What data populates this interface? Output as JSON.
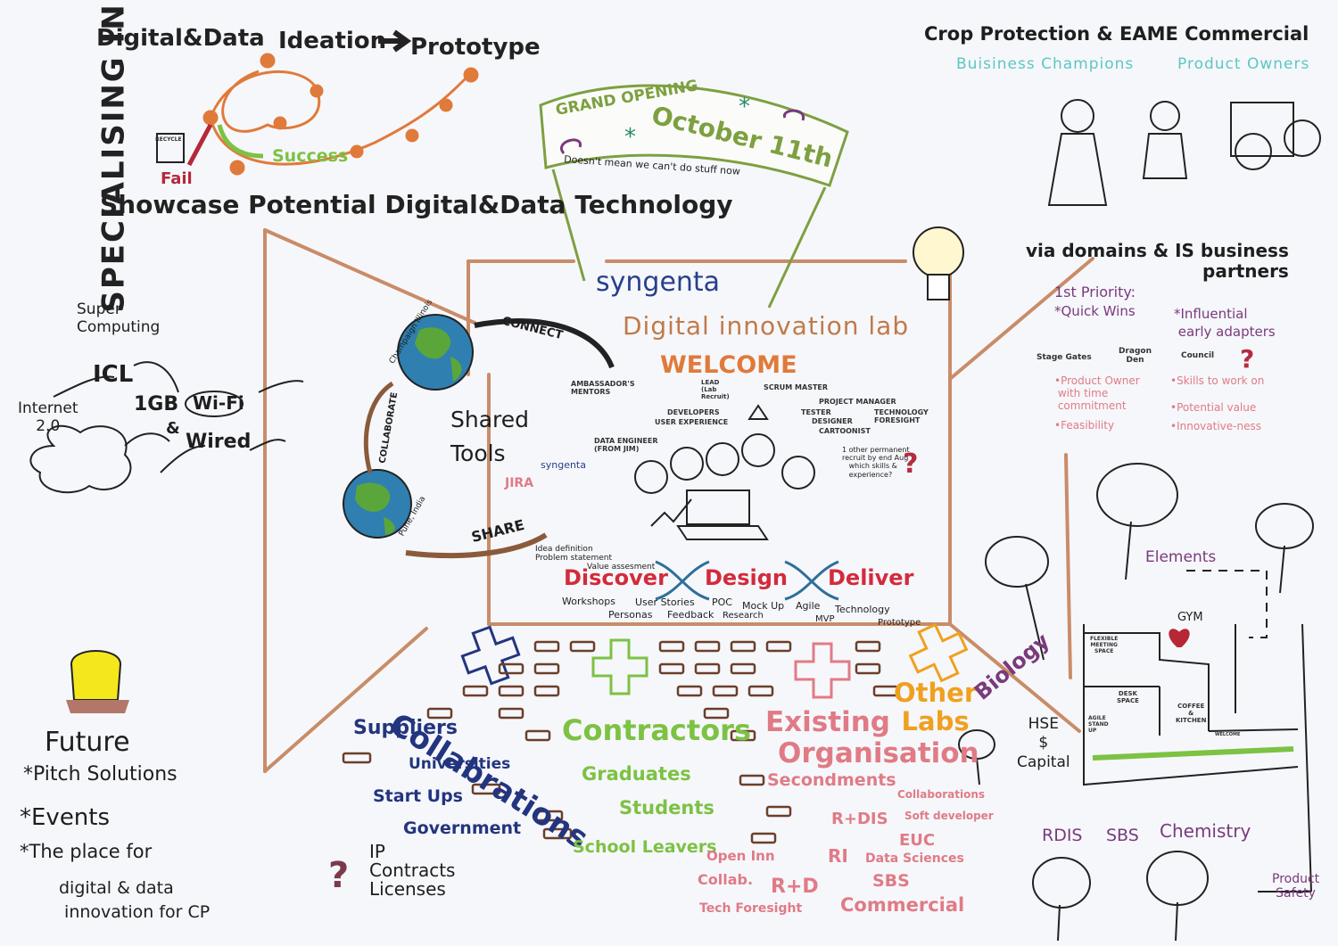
{
  "header": {
    "specialising": "SPECIALISING IN",
    "digital_data": "Digital&Data",
    "ideation": "Ideation",
    "prototype": "Prototype",
    "success": "Success",
    "fail": "Fail",
    "recycle": "RECYCLE",
    "showcase": "Showcase Potential Digital&Data Technology"
  },
  "banner": {
    "grand_opening": "GRAND OPENING",
    "date": "October 11th",
    "subtitle": "Doesn't mean we can't do stuff now"
  },
  "lab": {
    "brand": "syngenta",
    "title": "Digital innovation lab",
    "welcome": "WELCOME",
    "connect": "CONNECT",
    "collaborate": "COLLABORATE",
    "share": "SHARE",
    "location_1": "Champaign Illinois",
    "location_2": "Pune, India",
    "shared_tools": "Shared\nTools",
    "jira": "JIRA",
    "syngenta_small": "syngenta"
  },
  "roles": {
    "ambassadors": "AMBASSADOR'S\nMENTORS",
    "lead": "LEAD\n(Lab\nRecruit)",
    "scrum_master": "SCRUM MASTER",
    "project_manager": "PROJECT MANAGER",
    "developers": "DEVELOPERS",
    "user_experience": "USER EXPERIENCE",
    "tester": "TESTER",
    "technology_foresight": "TECHNOLOGY\nFORESIGHT",
    "designer": "DESIGNER",
    "cartoonist": "CARTOONIST",
    "data_engineer": "DATA ENGINEER\n(FROM JIM)",
    "recruit_note": "1 other permanent\nrecruit by end Aug\n   which skills &\n   experience?"
  },
  "process": {
    "discover": "Discover",
    "design": "Design",
    "deliver": "Deliver",
    "idea_definition": "Idea definition\nProblem statement",
    "value_assessment": "Value assesment",
    "workshops": "Workshops",
    "user_stories": "User Stories",
    "personas": "Personas",
    "poc": "POC",
    "feedback": "Feedback",
    "mock_up": "Mock Up",
    "research": "Research",
    "agile": "Agile",
    "mvp": "MVP",
    "technology": "Technology",
    "prototype": "Prototype"
  },
  "left": {
    "super_computing": "Super\nComputing",
    "icl": "ICL",
    "internet": "Internet\n2.0",
    "speed": "1GB",
    "wifi": "Wi-Fi",
    "amp": "&",
    "wired": "Wired",
    "future": "Future",
    "pitch": "*Pitch Solutions",
    "events": "*Events",
    "place_for": "*The place for",
    "digital_data_innovation": "digital & data\n innovation for CP"
  },
  "bottom": {
    "collabrations": "Collabrations",
    "suppliers": "Suppliers",
    "universities": "Universities",
    "start_ups": "Start Ups",
    "government": "Government",
    "ip": "IP\nContracts\nLicenses",
    "contractors": "Contractors",
    "graduates": "Graduates",
    "students": "Students",
    "school_leavers": "School Leavers",
    "existing": "Existing",
    "organisation": "Organisation",
    "secondments": "Secondments",
    "collaborations": "Collaborations",
    "rdis": "R+DIS",
    "soft_developer": "Soft developer",
    "euc": "EUC",
    "ri": "RI",
    "data_sciences": "Data Sciences",
    "open_inn": "Open Inn",
    "collab": "Collab.",
    "rd": "R+D",
    "sbs": "SBS",
    "tech_foresight": "Tech Foresight",
    "commercial": "Commercial",
    "other_labs": "Other\nLabs",
    "biology": "Biology",
    "hse": "HSE\n$\nCapital"
  },
  "right": {
    "crop_protection": "Crop Protection & EAME Commercial",
    "business_champions": "Buisiness Champions",
    "product_owners": "Product Owners",
    "via_domains": "via domains & IS business\npartners",
    "first_priority": "1st Priority:",
    "quick_wins": "*Quick Wins",
    "influential": "*Influential\n early adapters",
    "stage_gates": "Stage Gates",
    "dragon_den": "Dragon\nDen",
    "council": "Council",
    "product_owner_note": "•Product Owner\n with time\n commitment",
    "feasibility": "•Feasibility",
    "skills": "•Skills to work on",
    "potential_value": "•Potential value",
    "innovativeness": "•Innovative-ness",
    "elements": "Elements",
    "gym": "GYM",
    "flexible": "FLEXIBLE\nMEETING\nSPACE",
    "desk_space": "DESK\nSPACE",
    "coffee": "COFFEE\n&\nKITCHEN",
    "agile_standup": "AGILE\nSTAND\nUP",
    "welcome_small": "WELCOME",
    "rdis": "RDIS",
    "sbs": "SBS",
    "chemistry": "Chemistry",
    "product_safety": "Product\nSafety"
  },
  "colors": {
    "background": "#f6f7fb",
    "frame_brown": "#c98c68",
    "banner_green": "#7da040",
    "teal": "#5cc7c2",
    "red": "#d32b3c",
    "navy": "#23357f",
    "green": "#7cc243",
    "pink": "#e07b86",
    "orange": "#f0a020",
    "purple": "#7a3a7c"
  }
}
